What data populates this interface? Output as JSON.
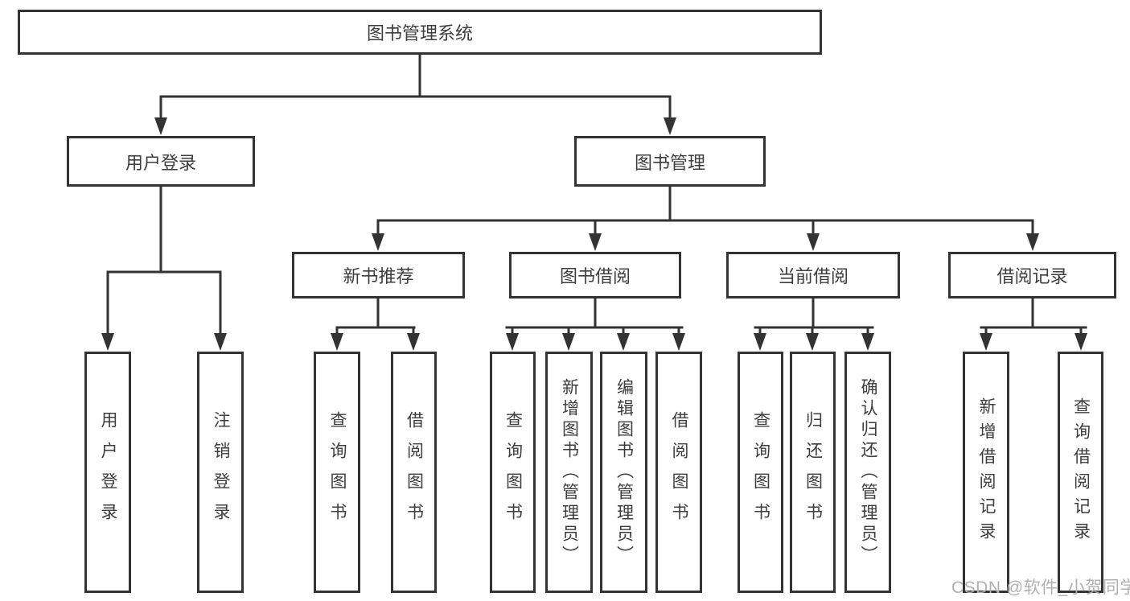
{
  "diagram": {
    "root": "图书管理系统",
    "branches": [
      {
        "label": "用户登录",
        "children": [
          "用户登录",
          "注销登录"
        ]
      },
      {
        "label": "图书管理",
        "modules": [
          {
            "label": "新书推荐",
            "children": [
              "查询图书",
              "借阅图书"
            ]
          },
          {
            "label": "图书借阅",
            "children": [
              "查询图书",
              "新增图书（管理员）",
              "编辑图书（管理员）",
              "借阅图书"
            ]
          },
          {
            "label": "当前借阅",
            "children": [
              "查询图书",
              "归还图书",
              "确认归还（管理员）"
            ]
          },
          {
            "label": "借阅记录",
            "children": [
              "新增借阅记录",
              "查询借阅记录"
            ]
          }
        ]
      }
    ]
  },
  "watermark": {
    "text": "CSDN @软件_小贺同学"
  },
  "colors": {
    "line": "#333333",
    "box_border": "#333333",
    "box_background": "#ffffff",
    "text": "#3d3d3d",
    "watermark": "#b0b0b0"
  }
}
